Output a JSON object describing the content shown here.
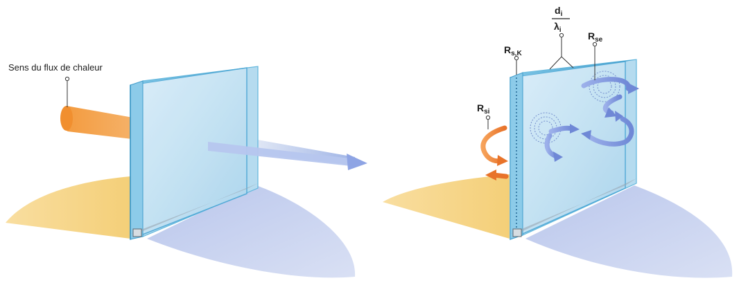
{
  "left_panel": {
    "label": "Sens du flux de chaleur"
  },
  "right_panel": {
    "rsi": {
      "main": "R",
      "sub": "si"
    },
    "rsk": {
      "main": "R",
      "sub": "s,K"
    },
    "rse": {
      "main": "R",
      "sub": "se"
    },
    "fraction": {
      "numerator": {
        "main": "d",
        "sub": "i"
      },
      "denominator": {
        "main": "λ",
        "sub": "i"
      }
    }
  },
  "colors": {
    "glass_fill": "#cfe8f6",
    "glass_edge": "#5fb6dc",
    "warm_floor": "#f7d98b",
    "cold_floor": "#c9d3ee",
    "heat_arrow": "#f08a3a",
    "cold_arrow": "#7f96dc"
  }
}
